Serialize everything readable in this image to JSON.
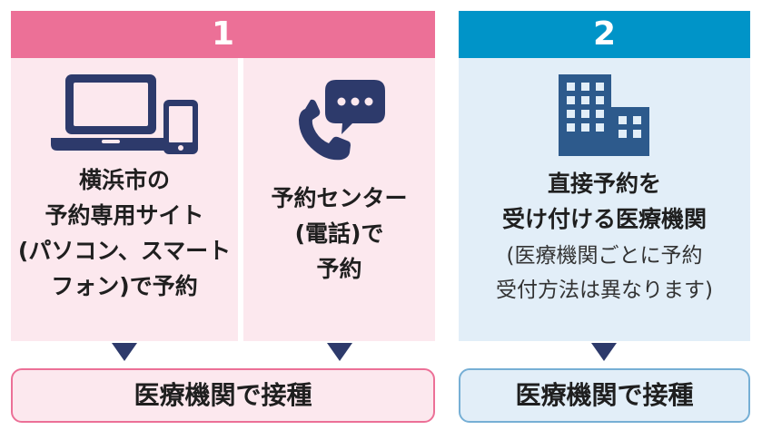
{
  "section1": {
    "number": "1",
    "band_color": "#ec7097"
  },
  "section2": {
    "number": "2",
    "band_color": "#0094c8"
  },
  "option_site": {
    "icon": "computer-and-tablet-icon",
    "lines": [
      "横浜市の",
      "予約専用サイト",
      "(パソコン、スマート",
      "フォン)で予約"
    ]
  },
  "option_center": {
    "icon": "phone-chat-icon",
    "lines": [
      "予約センター",
      "(電話)で",
      "予約"
    ]
  },
  "option_direct": {
    "icon": "hospital-building-icon",
    "lines": [
      "直接予約を",
      "受け付ける医療機関"
    ],
    "note_lines": [
      "(医療機関ごとに予約",
      "受付方法は異なります)"
    ]
  },
  "result1": {
    "label": "医療機関で接種"
  },
  "result2": {
    "label": "医療機関で接種"
  },
  "colors": {
    "pink_bg": "#fce8ee",
    "blue_bg": "#e2eef8",
    "navy": "#2d3a6b",
    "building_blue": "#2d5a8c"
  }
}
